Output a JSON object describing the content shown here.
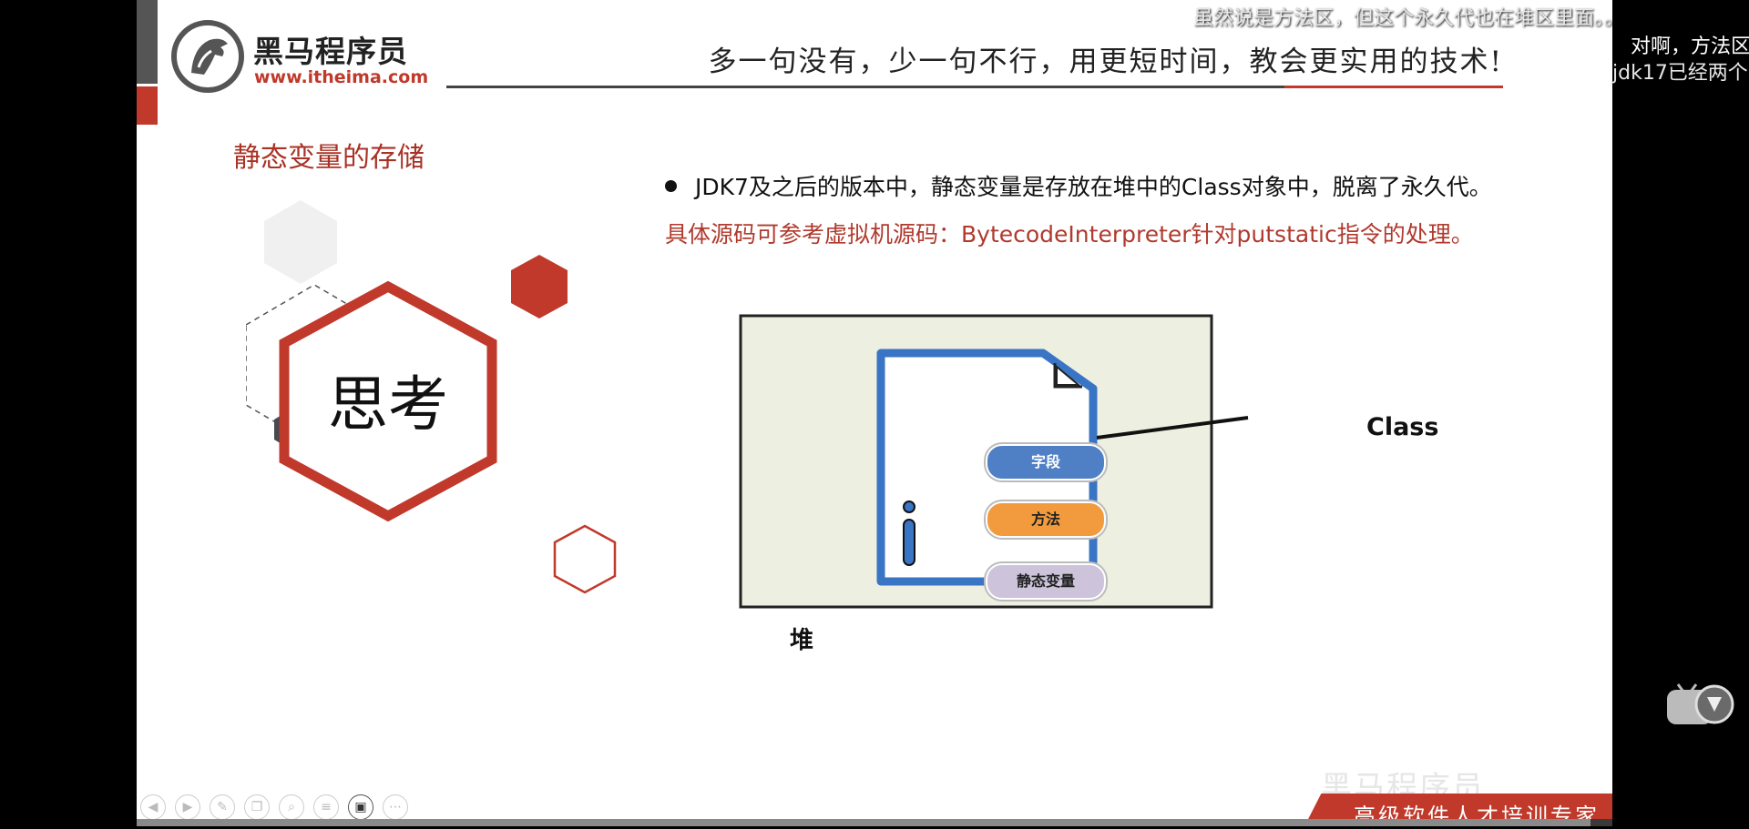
{
  "logo": {
    "name": "黑马程序员",
    "url": "www.itheima.com"
  },
  "header": {
    "slogan": "多一句没有，少一句不行，用更短时间，教会更实用的技术!"
  },
  "section": {
    "title": "静态变量的存储"
  },
  "think": {
    "label": "思考"
  },
  "content": {
    "bullet": "JDK7及之后的版本中，静态变量是存放在堆中的Class对象中，脱离了永久代。",
    "note": "具体源码可参考虚拟机源码：BytecodeInterpreter针对putstatic指令的处理。"
  },
  "diagram": {
    "heap_label": "堆",
    "class_label": "Class",
    "items": [
      "字段",
      "方法",
      "静态变量"
    ]
  },
  "footer": {
    "tagline": "高级软件人才培训专家",
    "watermark": "黑马程序员"
  },
  "danmaku": [
    "虽然说是方法区，但这个永久代也在堆区里面。。",
    "对啊，方法区",
    "jdk17已经两个"
  ],
  "player": {
    "progress": 0.985
  },
  "colors": {
    "accent_red": "#c0392b",
    "field_blue": "#4f7fc4",
    "method_orange": "#f29b3e",
    "static_purple": "#cdc3db",
    "heap_bg": "#edefe0"
  },
  "toolbar_icons": [
    "prev-icon",
    "next-icon",
    "pen-icon",
    "copy-icon",
    "zoom-icon",
    "menu-icon",
    "camera-icon",
    "more-icon"
  ]
}
